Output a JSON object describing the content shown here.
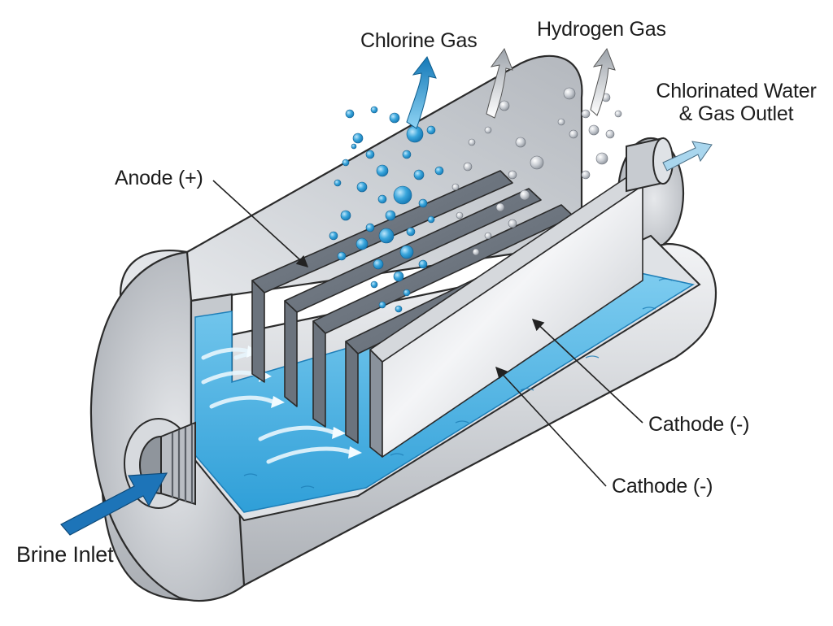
{
  "labels": {
    "chlorine_gas": "Chlorine Gas",
    "hydrogen_gas": "Hydrogen Gas",
    "outlet_line1": "Chlorinated Water",
    "outlet_line2": "& Gas Outlet",
    "anode": "Anode (+)",
    "cathode_upper": "Cathode (-)",
    "cathode_lower": "Cathode (-)",
    "brine_inlet": "Brine Inlet"
  },
  "colors": {
    "water": "#4fb7e6",
    "water_dark": "#1e8fcc",
    "chlorine_bubble": "#2b9ad4",
    "hydrogen_bubble": "#c9cdd3",
    "inlet_arrow": "#1d74b8",
    "outline": "#2b2b2b"
  },
  "icons": [
    "inlet-arrow-icon",
    "chlorine-arrow-icon",
    "hydrogen-arrow-icon",
    "outlet-arrow-icon"
  ]
}
